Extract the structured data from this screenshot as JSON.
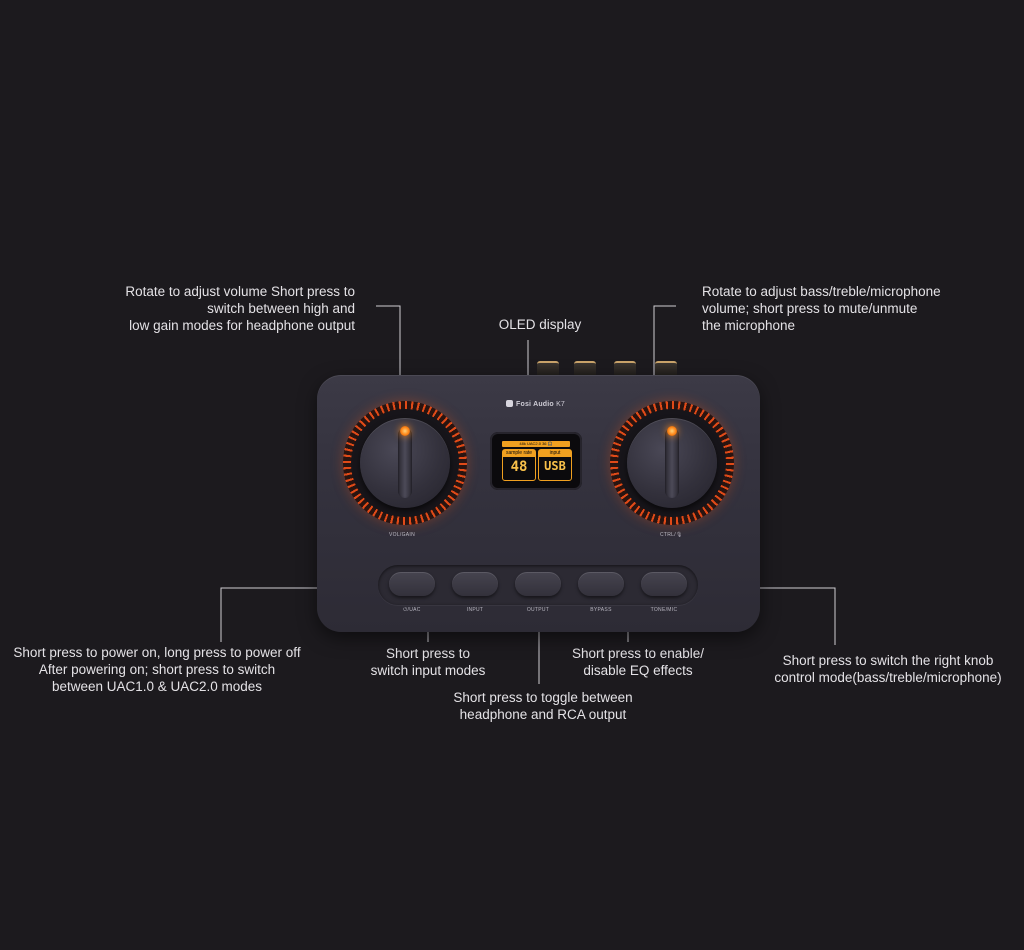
{
  "callouts": {
    "volume_knob": "Rotate to adjust volume Short press to\nswitch between high and\nlow gain modes for headphone output",
    "oled": "OLED display",
    "ctrl_knob": "Rotate to adjust bass/treble/microphone\nvolume; short press to mute/unmute\nthe microphone",
    "power_uac": "Short press to power on, long press to power off\nAfter powering on; short press to switch\nbetween UAC1.0 & UAC2.0 modes",
    "input": "Short press to\nswitch input modes",
    "output": "Short press to toggle between\nheadphone and RCA output",
    "bypass": "Short press to enable/\ndisable EQ effects",
    "tone_mic": "Short press to switch the right knob\ncontrol mode(bass/treble/microphone)"
  },
  "device": {
    "brand": "Fosi Audio",
    "model": "K7",
    "left_knob_label": "VOL/GAIN",
    "right_knob_label": "CTRL/🎙",
    "oled": {
      "top_line": "48k  UAC2.0  36  🎧",
      "sample_rate_label": "sample rate",
      "sample_rate_value": "48",
      "input_label": "input",
      "input_value": "USB"
    },
    "buttons": [
      "⏻/UAC",
      "INPUT",
      "OUTPUT",
      "BYPASS",
      "TONE/MIC"
    ]
  },
  "colors": {
    "background": "#1c1a1e",
    "device": "#34323e",
    "accent_orange": "#f0a020",
    "ring_red": "#e04a18",
    "leader_line": "#cfcdd3"
  }
}
